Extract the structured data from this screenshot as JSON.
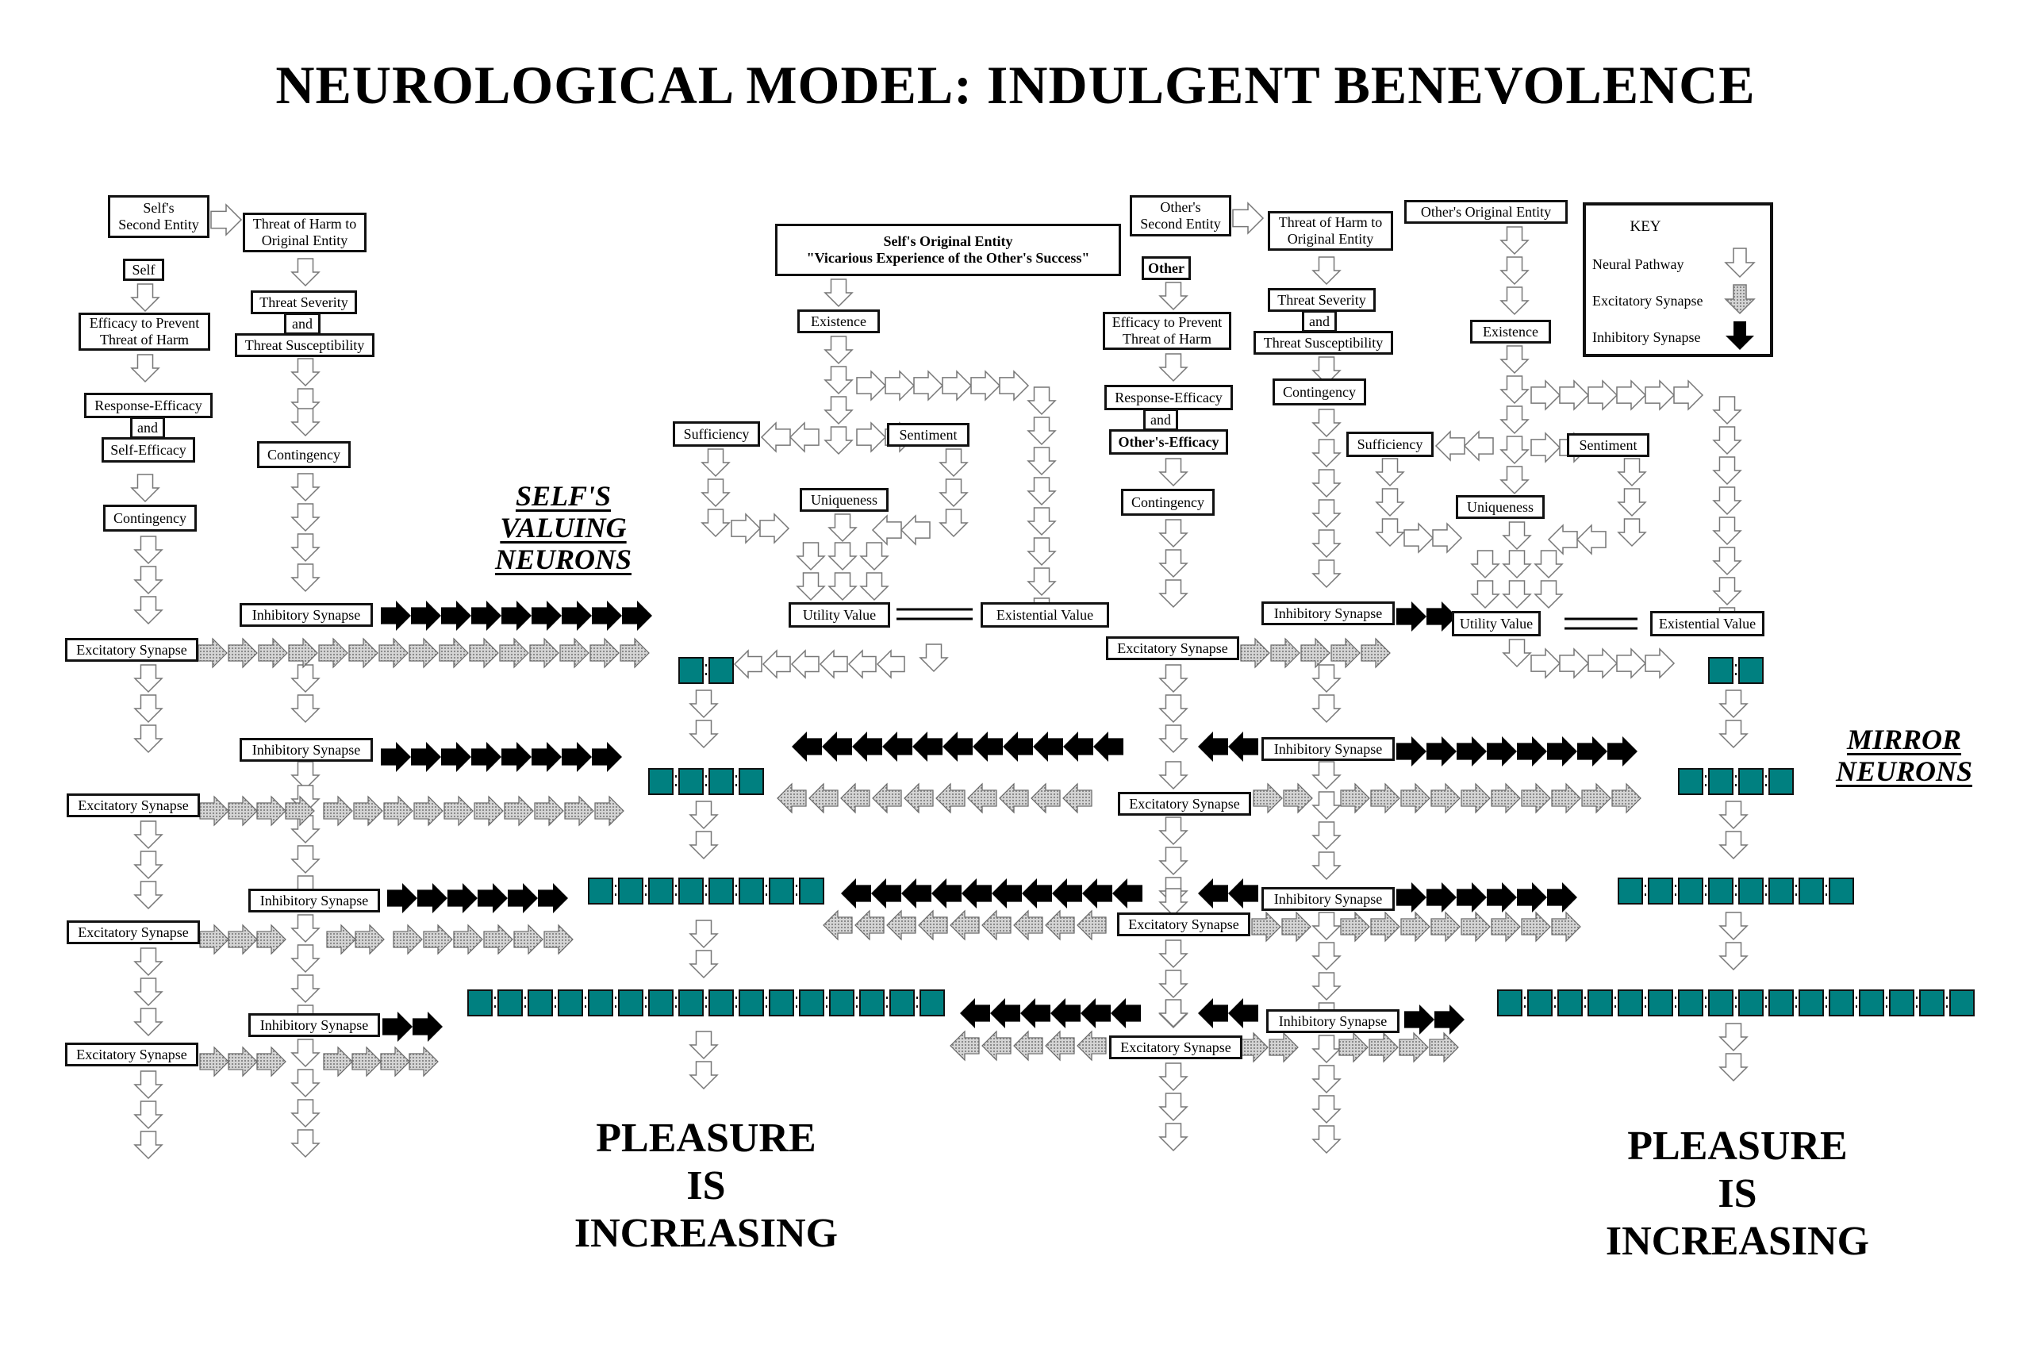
{
  "title": "NEUROLOGICAL MODEL: INDULGENT BENEVOLENCE",
  "key": {
    "title": "KEY",
    "items": [
      {
        "label": "Neural Pathway",
        "icon": "white-arrow-icon"
      },
      {
        "label": "Excitatory Synapse",
        "icon": "dotted-gray-arrow-icon"
      },
      {
        "label": "Inhibitory Synapse",
        "icon": "black-arrow-icon"
      }
    ]
  },
  "self_side": {
    "second_entity": "Self's\nSecond Entity",
    "threat_of_harm": "Threat of Harm to\nOriginal Entity",
    "self": "Self",
    "efficacy_prevent": "Efficacy to Prevent\nThreat of Harm",
    "threat_severity": "Threat Severity",
    "and_1": "and",
    "threat_susceptibility": "Threat Susceptibility",
    "response_efficacy": "Response-Efficacy",
    "and_2": "and",
    "self_efficacy": "Self-Efficacy",
    "contingency_left": "Contingency",
    "contingency_right": "Contingency"
  },
  "self_original": {
    "header_line1": "Self's Original Entity",
    "header_line2": "\"Vicarious Experience of the Other's Success\"",
    "existence": "Existence",
    "sufficiency": "Sufficiency",
    "sentiment": "Sentiment",
    "uniqueness": "Uniqueness",
    "utility_value": "Utility Value",
    "existential_value": "Existential Value"
  },
  "other_side": {
    "second_entity": "Other's\nSecond Entity",
    "threat_of_harm": "Threat of Harm to\nOriginal Entity",
    "other": "Other",
    "efficacy_prevent": "Efficacy to Prevent\nThreat of Harm",
    "threat_severity": "Threat Severity",
    "and_1": "and",
    "threat_susceptibility": "Threat Susceptibility",
    "response_efficacy": "Response-Efficacy",
    "and_2": "and",
    "others_efficacy": "Other's-Efficacy",
    "contingency_left": "Contingency",
    "contingency_right": "Contingency"
  },
  "other_original": {
    "header": "Other's Original Entity",
    "existence": "Existence",
    "sufficiency": "Sufficiency",
    "sentiment": "Sentiment",
    "uniqueness": "Uniqueness",
    "utility_value": "Utility Value",
    "existential_value": "Existential Value"
  },
  "synapse_labels": {
    "inhibitory": "Inhibitory Synapse",
    "excitatory": "Excitatory Synapse"
  },
  "section_labels": {
    "self_valuing": [
      "SELF'S",
      "VALUING",
      "NEURONS"
    ],
    "mirror": [
      "MIRROR",
      "NEURONS"
    ]
  },
  "outcome": {
    "left": [
      "PLEASURE",
      "IS",
      "INCREASING"
    ],
    "right": [
      "PLEASURE",
      "IS",
      "INCREASING"
    ]
  },
  "neuron_rows": {
    "self_counts": [
      2,
      4,
      8,
      16
    ],
    "mirror_counts": [
      2,
      4,
      8,
      16
    ]
  },
  "colors": {
    "neuron_fill": "#008080",
    "excitatory_fill": "#c8c8c8",
    "inhibitory_fill": "#000000",
    "pathway_fill": "#ffffff"
  }
}
